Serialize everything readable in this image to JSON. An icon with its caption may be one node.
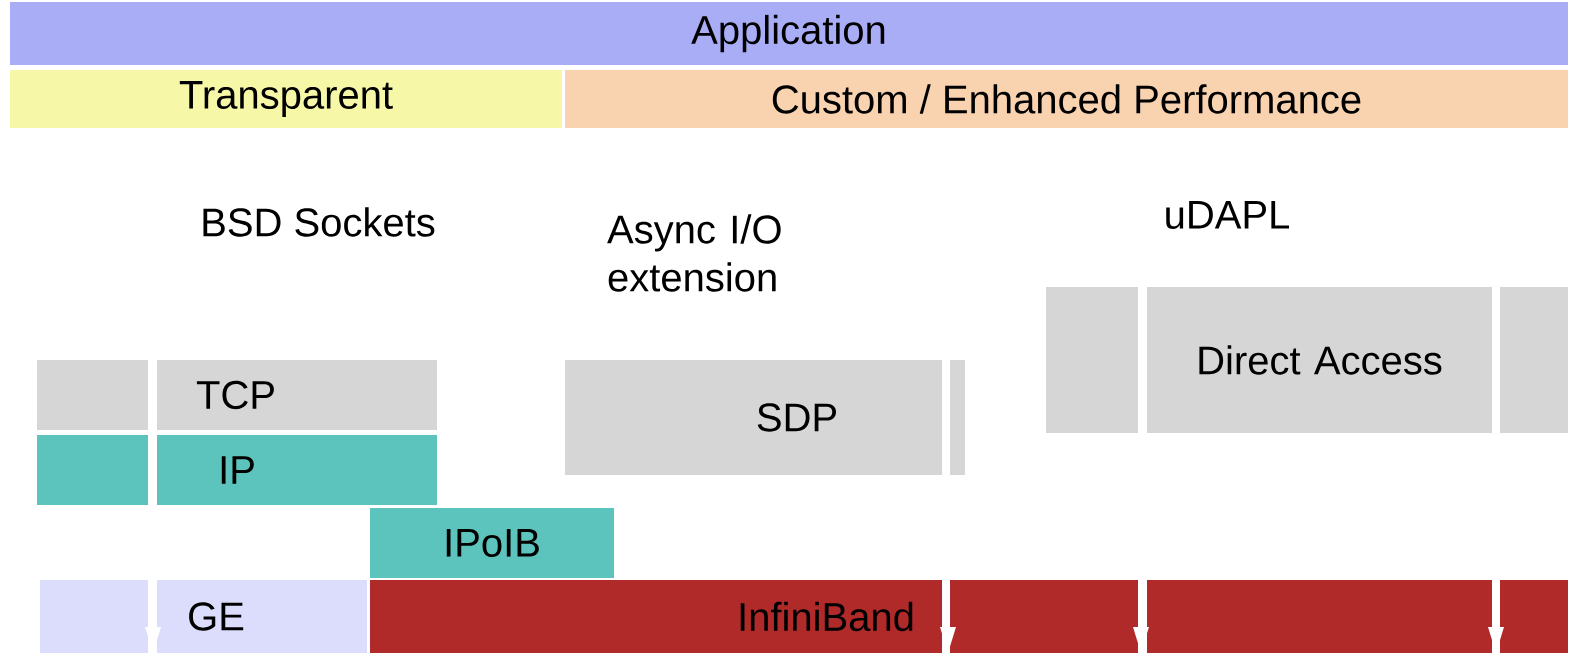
{
  "diagram": {
    "nodes": [
      {
        "text": [
          "Application"
        ]
      },
      {
        "text": [
          "Transparent"
        ]
      },
      {
        "text": [
          "Custom / Enhanced Performance"
        ]
      },
      {
        "text": [],
        "shape": "box"
      },
      {
        "text": [
          "Direct Access"
        ]
      },
      {
        "text": [],
        "shape": "box"
      },
      {
        "text": [],
        "shape": "box"
      },
      {
        "text": [
          "TCP"
        ]
      },
      {
        "text": [
          "SDP"
        ]
      },
      {
        "text": [],
        "shape": "box"
      },
      {
        "text": [],
        "shape": "box"
      },
      {
        "text": [
          "IP"
        ]
      },
      {
        "text": [
          "IPoIB"
        ]
      },
      {
        "text": [],
        "shape": "box"
      },
      {
        "text": [
          "GE"
        ]
      },
      {
        "text": [
          "InfiniBand"
        ]
      },
      {
        "text": [],
        "shape": "box"
      },
      {
        "text": [],
        "shape": "box"
      },
      {
        "text": [],
        "shape": "box"
      }
    ],
    "labels": [
      "BSD Sockets",
      "Async I/O extension",
      "uDAPL"
    ]
  }
}
